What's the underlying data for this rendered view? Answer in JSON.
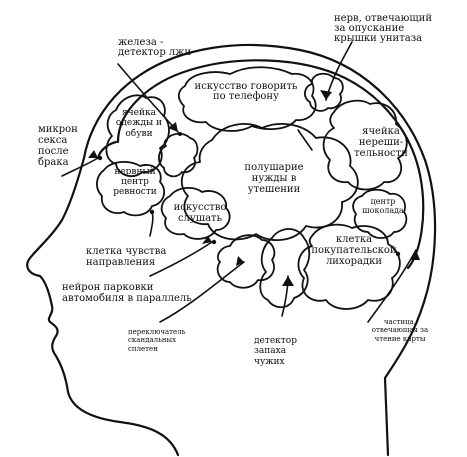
{
  "labels": {
    "zhelezа": "железа - детектор лжи",
    "nerv": "нерв, отвечающий за опускание крышки унитаза",
    "telefon": "искусство говорить по телефону",
    "odezhda": "ячейка одежды и обуви",
    "mikron": "микрон секса после брака",
    "nereshitelnost": "ячейка нереши-тельности",
    "polusharie": "полушарие нужды в утешении",
    "revnost": "нервный центр ревности",
    "shokolad": "центр шоколада",
    "slushat": "искусство слушать",
    "napravlenie": "клетка чувства направления",
    "lihoradka": "клетка покупательской лихорадки",
    "parkovka": "нейрон парковки автомобиля в параллель",
    "spletni": "переключатель скандальных сплетен",
    "zapah": "детектор запаха чужих",
    "karty": "частица, отвечающая за чтение карты"
  }
}
